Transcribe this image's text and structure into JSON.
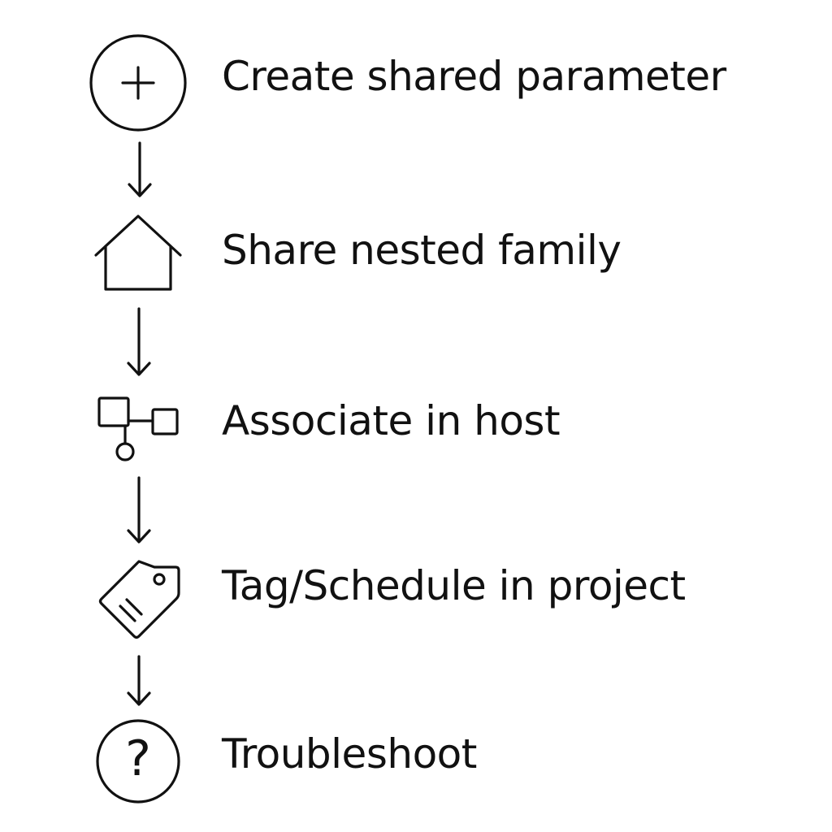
{
  "steps": [
    {
      "icon": "plus-circle-icon",
      "label": "Create shared parameter"
    },
    {
      "icon": "house-icon",
      "label": "Share nested family"
    },
    {
      "icon": "connected-nodes-icon",
      "label": "Associate in host"
    },
    {
      "icon": "tag-icon",
      "label": "Tag/Schedule in project"
    },
    {
      "icon": "question-circle-icon",
      "label": "Troubleshoot"
    }
  ],
  "question_mark": "?",
  "colors": {
    "stroke": "#111111",
    "text": "#111111",
    "background": "#ffffff"
  }
}
